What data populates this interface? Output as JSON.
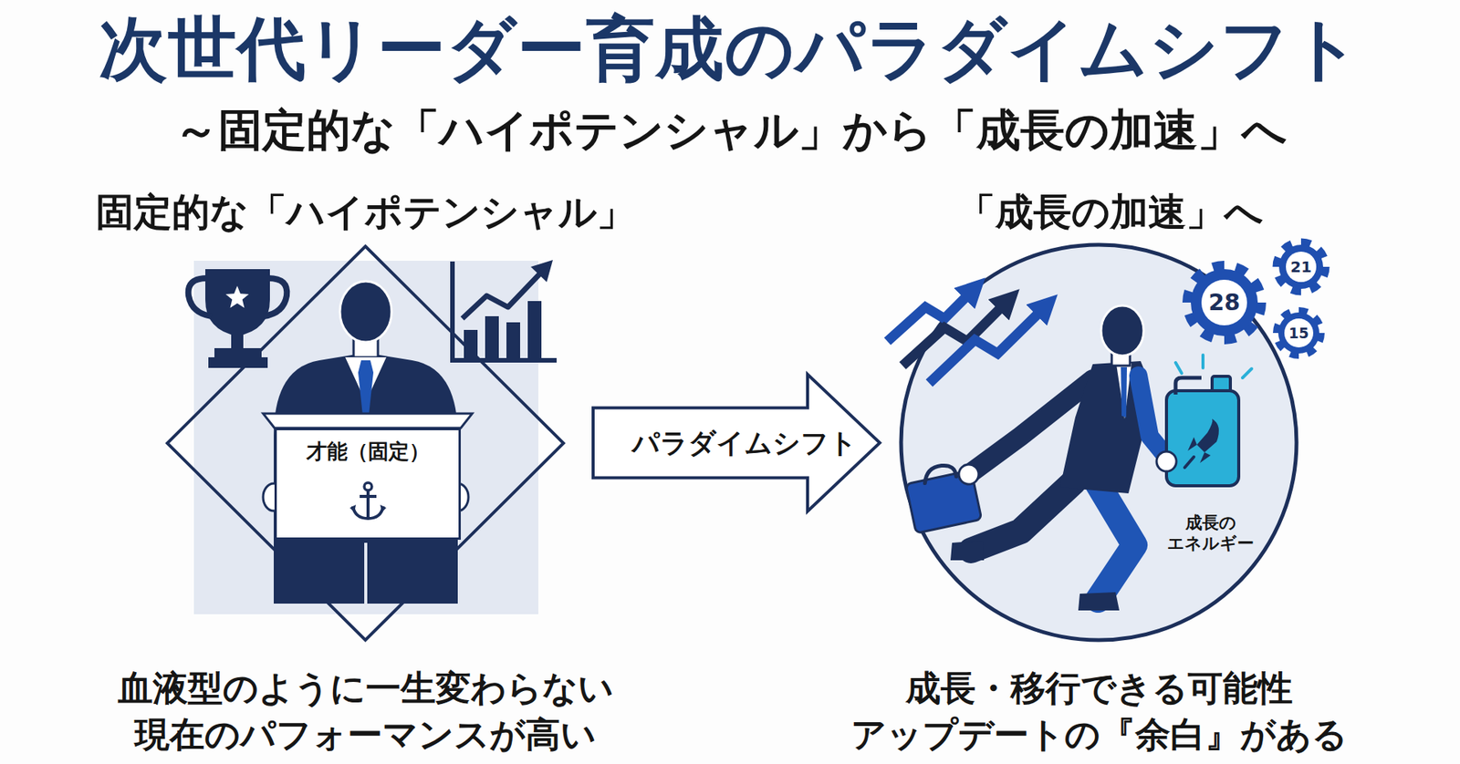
{
  "diagram": {
    "title": "次世代リーダー育成のパラダイムシフト",
    "nodes": [
      {
        "text": [
          "固定的な「ハイポテンシャル」",
          "血液型のように一生変わらない",
          "現在のパフォーマンスが高い"
        ]
      },
      {
        "text": [
          "才能（固定）"
        ],
        "in": 0
      },
      {
        "text": [
          "「成長の加速」へ",
          "成長・移行できる可能性",
          "アップデートの『余白』がある"
        ]
      }
    ],
    "edges": [
      {
        "from": 0,
        "to": 2,
        "arrow": "to",
        "label": "パラダイムシフト"
      }
    ],
    "labels": [
      "～固定的な「ハイポテンシャル」から「成長の加速」へ",
      "28",
      "21",
      "15",
      "成長の エネルギー"
    ]
  }
}
